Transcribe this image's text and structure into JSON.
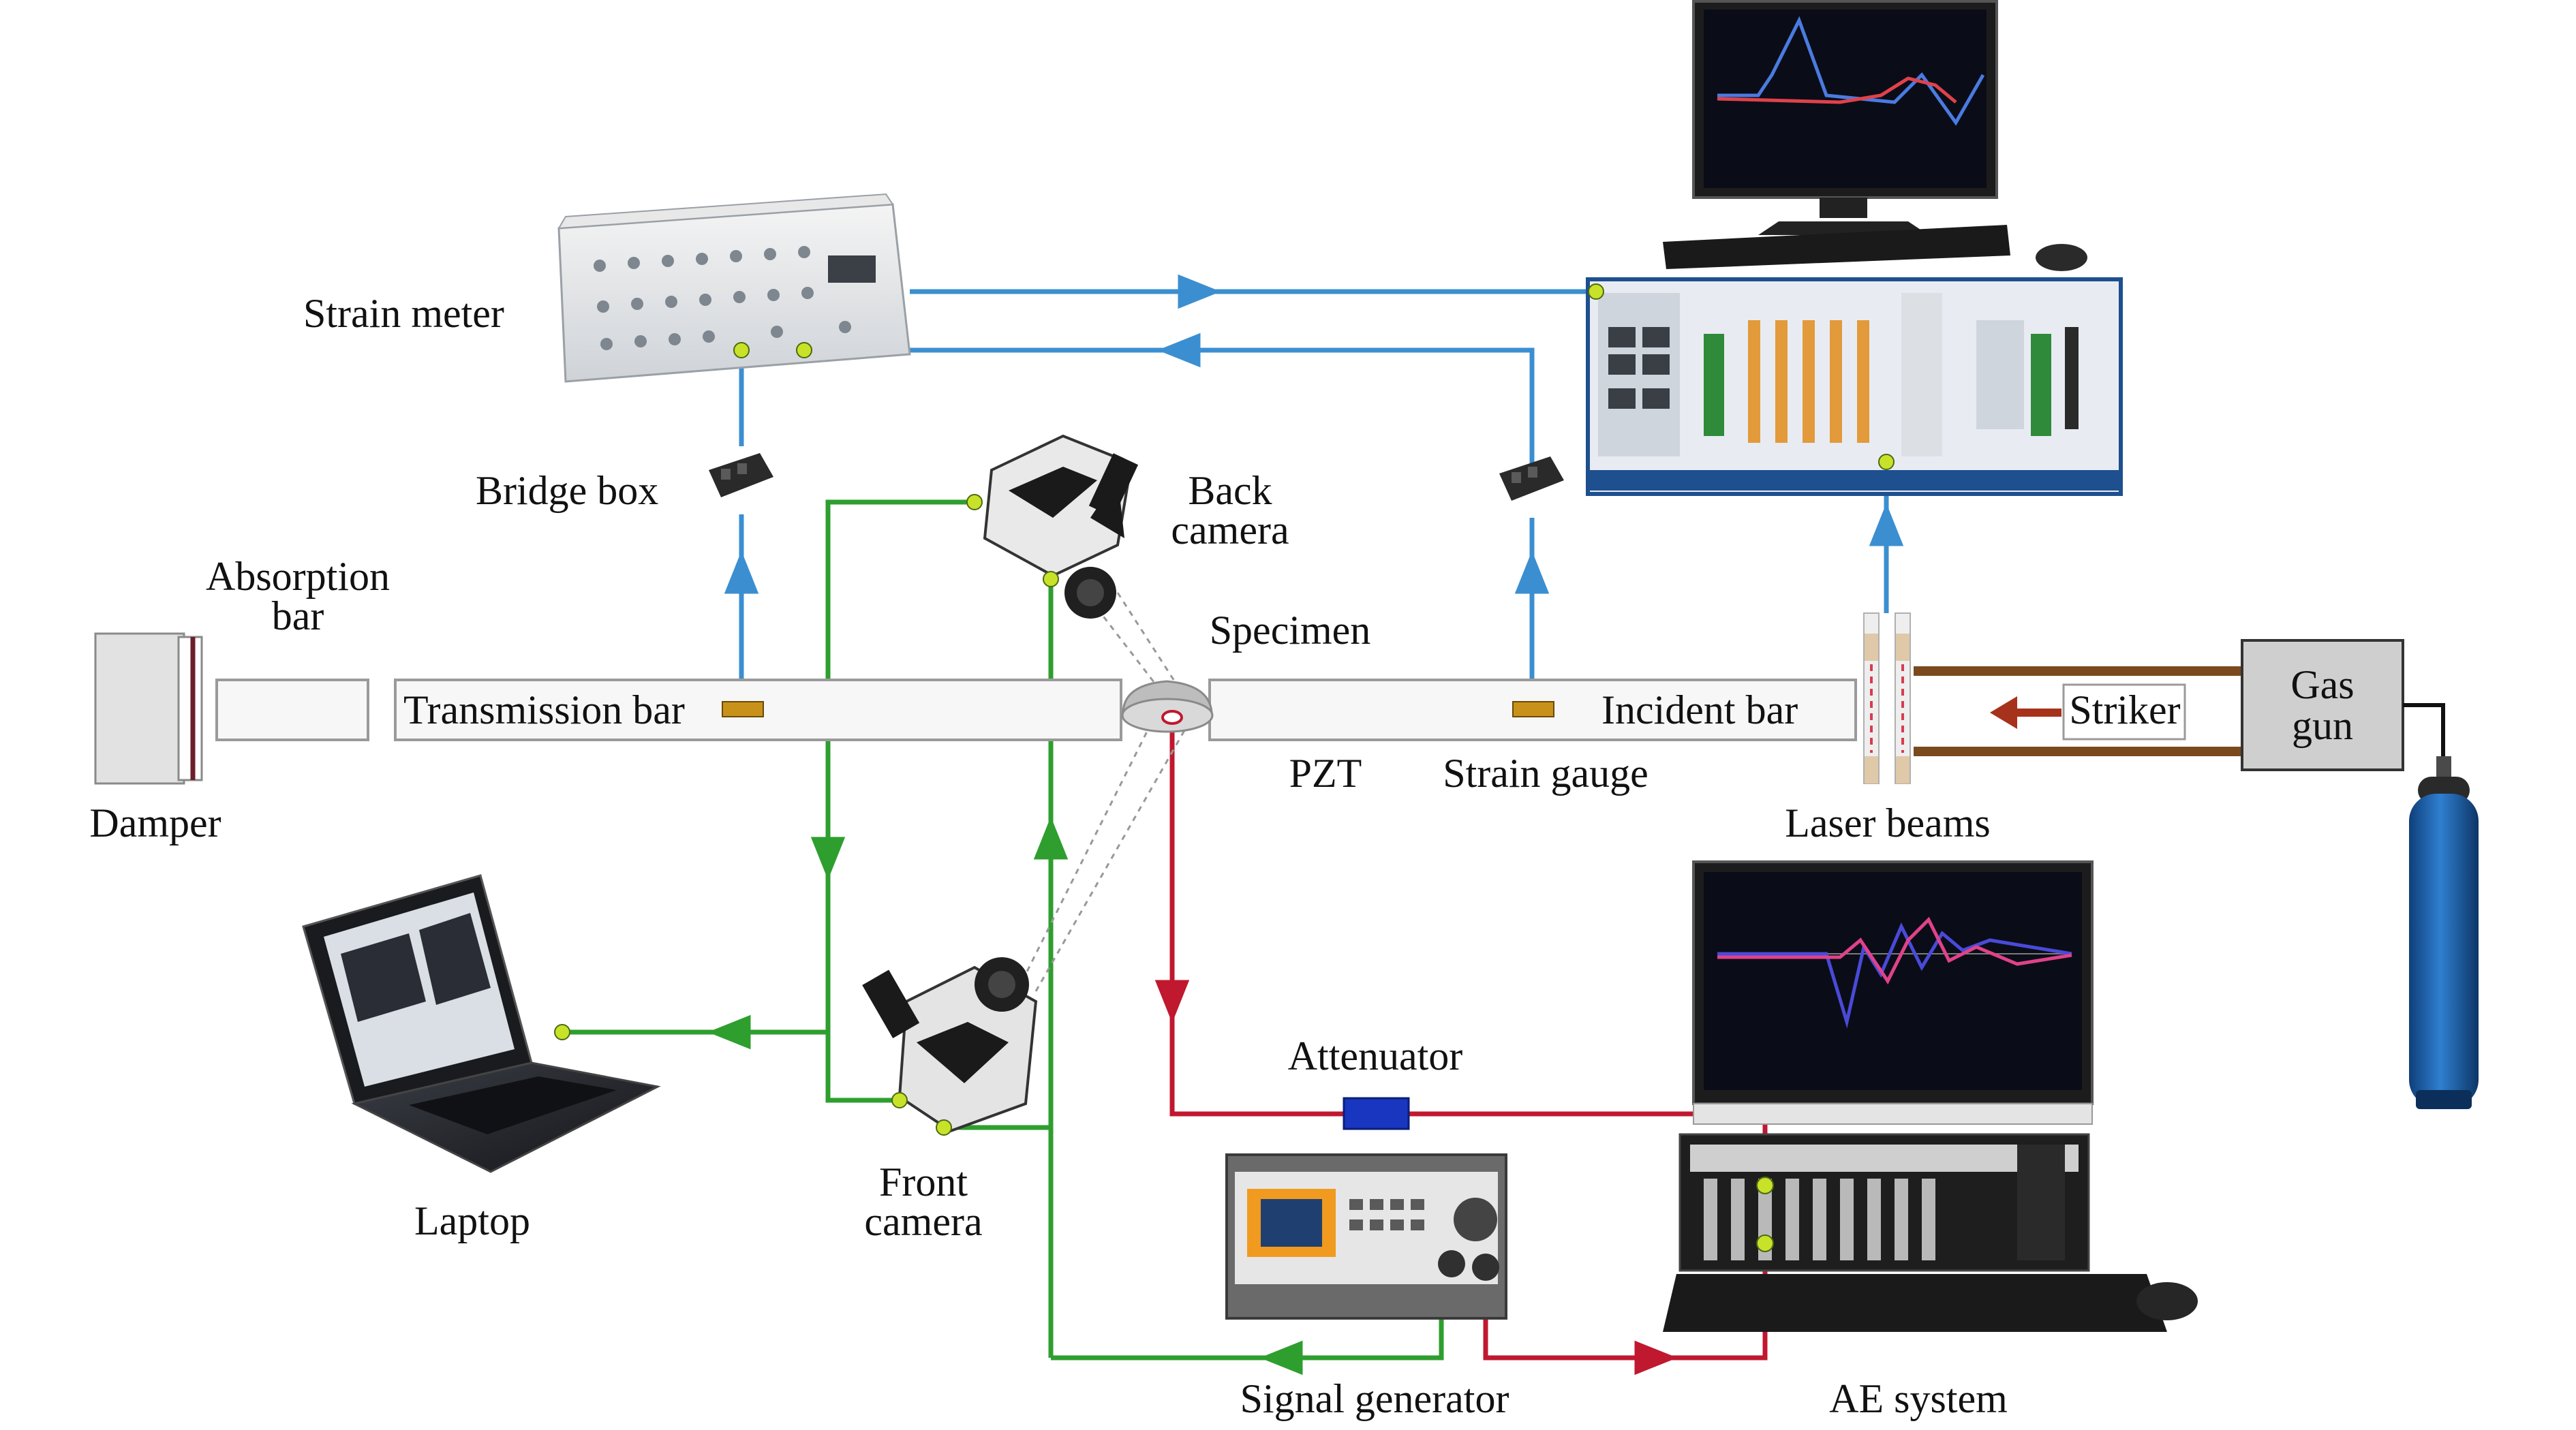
{
  "labels": {
    "strain_meter": "Strain meter",
    "bridge_box": "Bridge box",
    "back_camera_1": "Back",
    "back_camera_2": "camera",
    "absorption_bar_1": "Absorption",
    "absorption_bar_2": "bar",
    "specimen": "Specimen",
    "transmission_bar": "Transmission bar",
    "incident_bar": "Incident bar",
    "striker": "Striker",
    "gas_gun_1": "Gas",
    "gas_gun_2": "gun",
    "damper": "Damper",
    "pzt": "PZT",
    "strain_gauge": "Strain gauge",
    "laser_beams": "Laser beams",
    "laptop": "Laptop",
    "front_camera_1": "Front",
    "front_camera_2": "camera",
    "attenuator": "Attenuator",
    "signal_generator": "Signal generator",
    "ae_system": "AE system"
  },
  "colors": {
    "blue_line": "#3b8fd1",
    "green_line": "#2e9e2e",
    "red_line": "#c0182f",
    "bar_fill": "#f7f7f7",
    "bar_stroke": "#9a9a9a",
    "gauge": "#c8921a",
    "connector_dot": "#c8e22a",
    "gas_gun_fill": "#cfcfcf",
    "cylinder_blue": "#1d5fa8",
    "striker_rail": "#7a4a1e",
    "attenuator_blue": "#1836c0",
    "screen_bg": "#0a0d18"
  }
}
